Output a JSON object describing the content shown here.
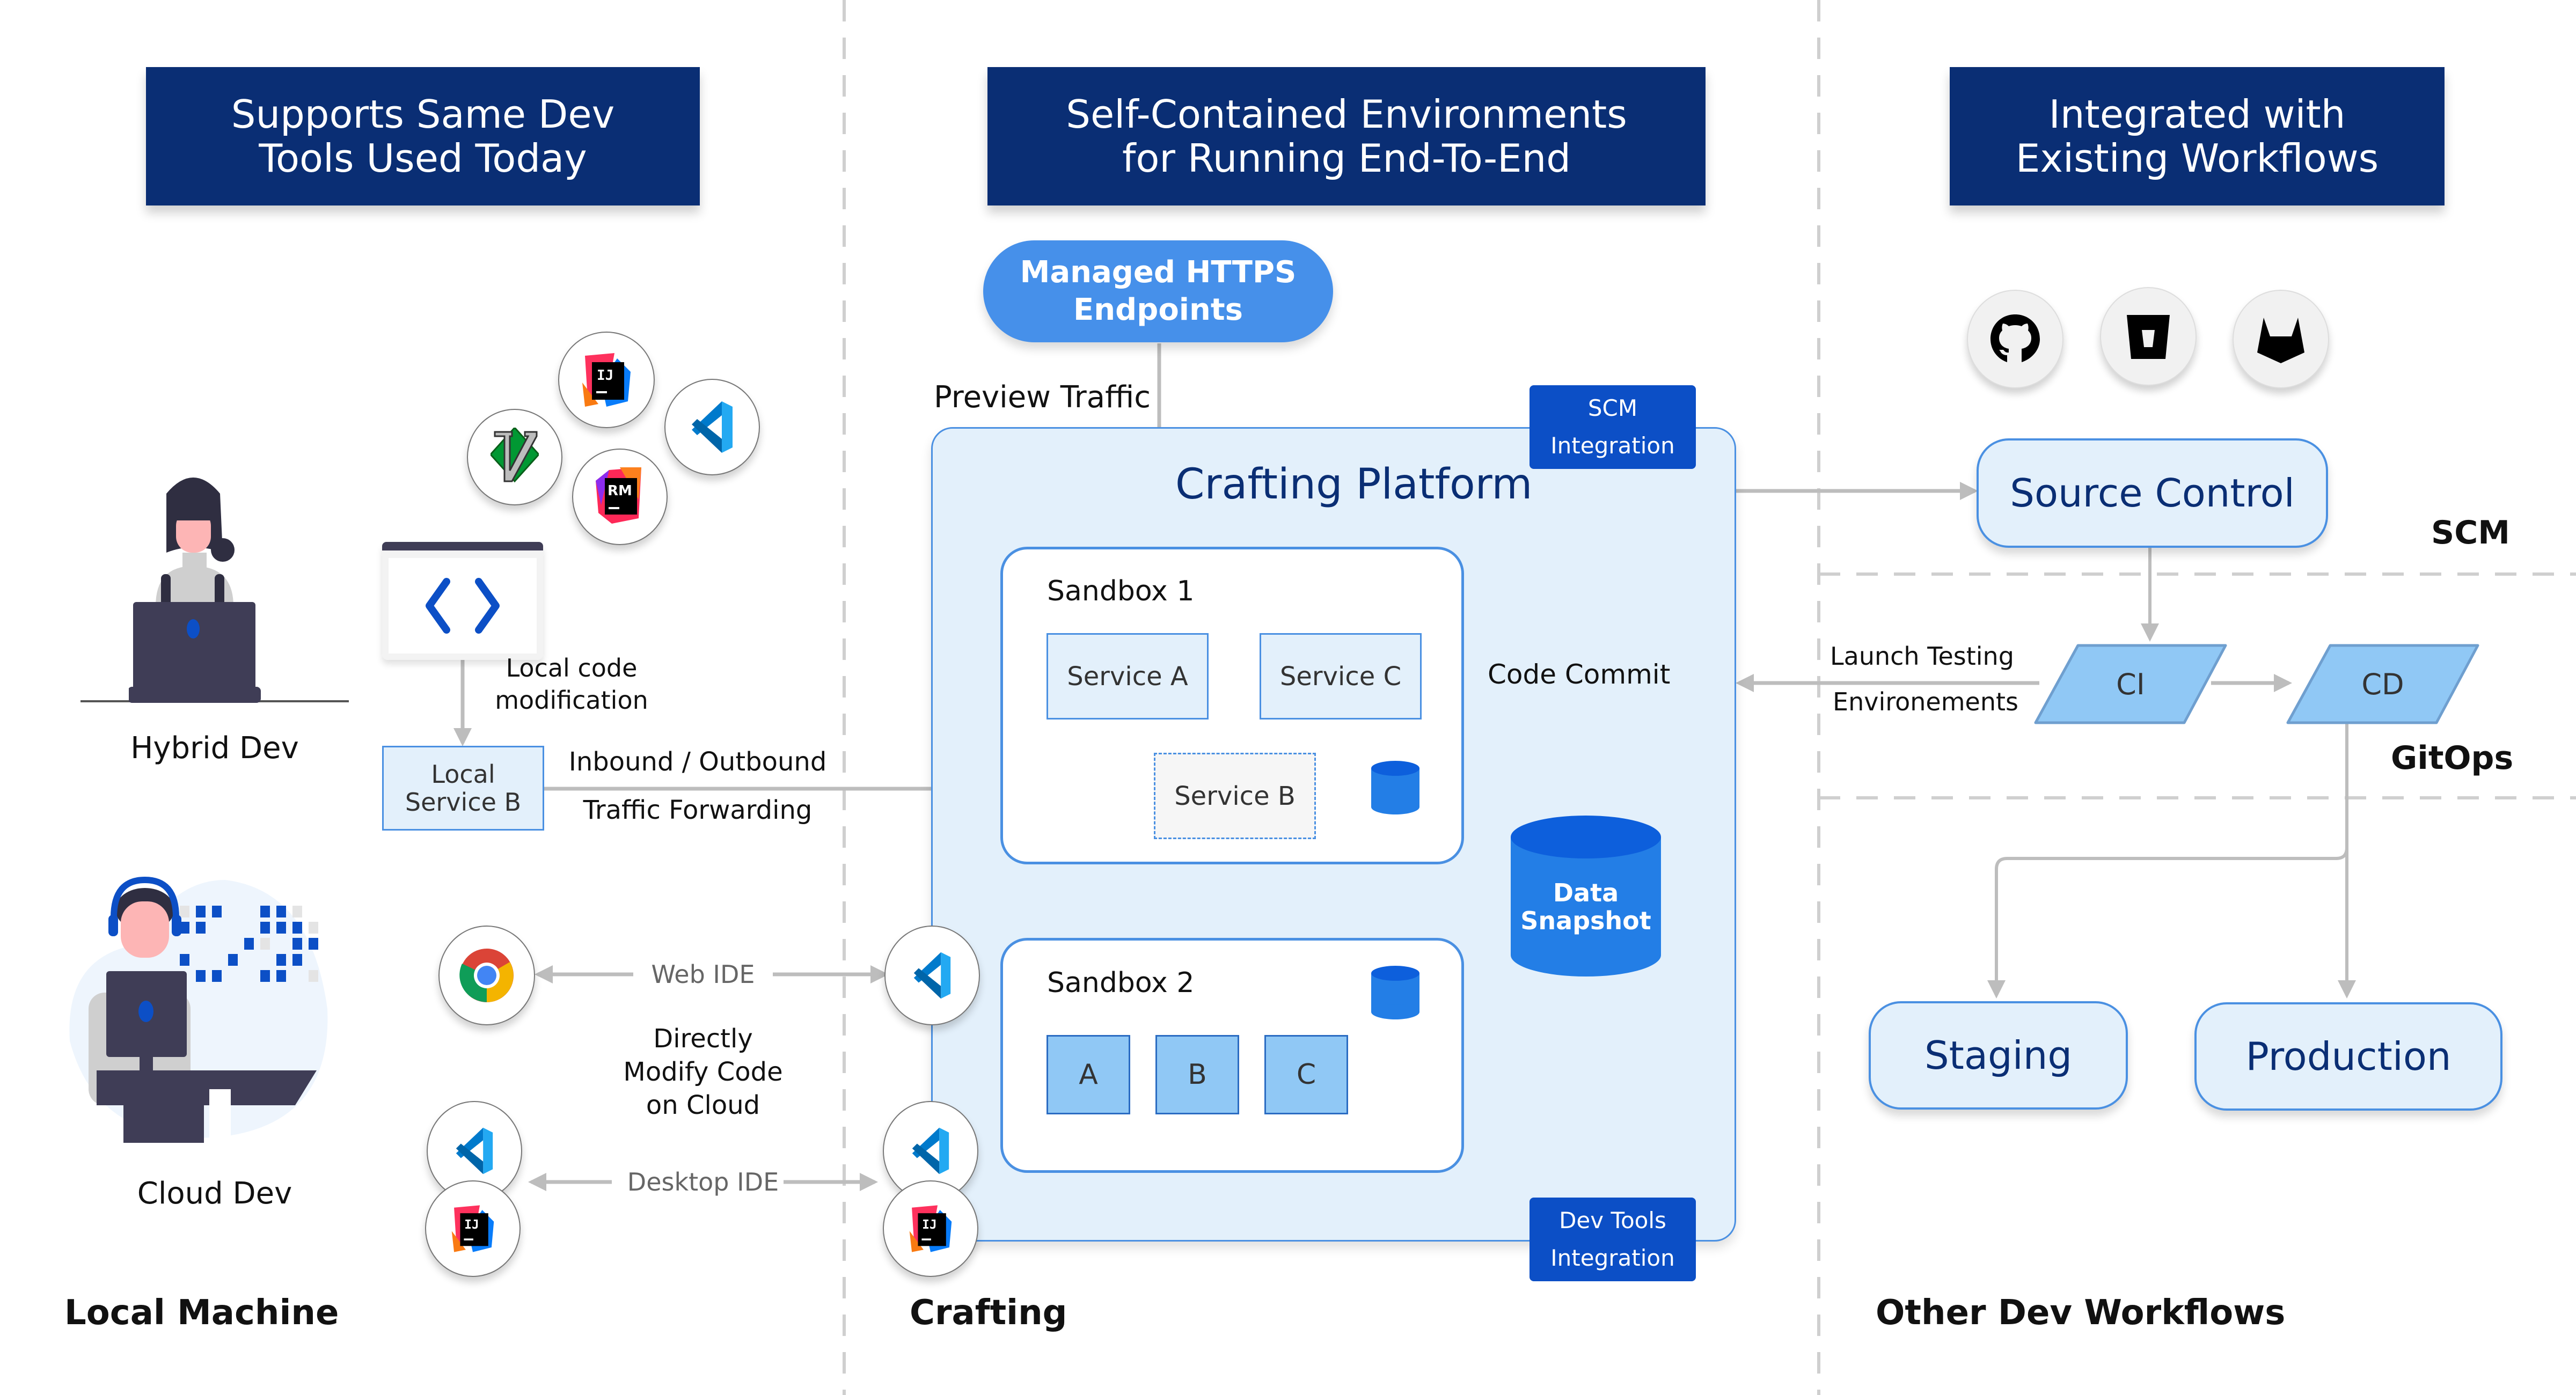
{
  "headers": {
    "left": "Supports Same Dev\nTools Used Today",
    "middle": "Self-Contained Environments\nfor Running End-To-End",
    "right": "Integrated with\nExisting Workflows"
  },
  "sections": {
    "left": "Local Machine",
    "middle": "Crafting",
    "right": "Other Dev Workflows"
  },
  "local_machine": {
    "hybrid_dev_label": "Hybrid Dev",
    "cloud_dev_label": "Cloud Dev",
    "tool_icons": [
      "intellij-icon",
      "vscode-icon",
      "vim-icon",
      "rubymine-icon"
    ],
    "intellij_text": "IJ",
    "rubymine_text": "RM",
    "code_editor_glyph": "< >",
    "local_code_modification": "Local code\nmodification",
    "local_service_b": "Local\nService B",
    "inbound_outbound": "Inbound / Outbound",
    "traffic_forwarding": "Traffic Forwarding",
    "web_ide": "Web IDE",
    "desktop_ide": "Desktop IDE",
    "directly_modify": "Directly\nModify Code\non Cloud"
  },
  "crafting": {
    "managed_https": "Managed HTTPS\nEndpoints",
    "preview_traffic": "Preview Traffic",
    "platform_title": "Crafting Platform",
    "scm_integration": "SCM\nIntegration",
    "devtools_integration": "Dev Tools\nIntegration",
    "sandbox1": {
      "title": "Sandbox 1",
      "services": [
        "Service A",
        "Service C",
        "Service B"
      ]
    },
    "sandbox2": {
      "title": "Sandbox 2",
      "services": [
        "A",
        "B",
        "C"
      ]
    },
    "data_snapshot": "Data\nSnapshot",
    "code_commit": "Code Commit"
  },
  "workflows": {
    "scm_icons": [
      "github-icon",
      "bitbucket-icon",
      "gitlab-icon"
    ],
    "source_control": "Source Control",
    "scm_label": "SCM",
    "gitops_label": "GitOps",
    "ci": "CI",
    "cd": "CD",
    "launch_testing": "Launch Testing",
    "environments": "Environements",
    "staging": "Staging",
    "production": "Production"
  },
  "colors": {
    "navy": "#0a2e74",
    "accent_blue": "#4a90e2",
    "badge_blue": "#0c4fc6",
    "light_blue": "#e3f0fb",
    "arrow_grey": "#bdbdbd"
  }
}
